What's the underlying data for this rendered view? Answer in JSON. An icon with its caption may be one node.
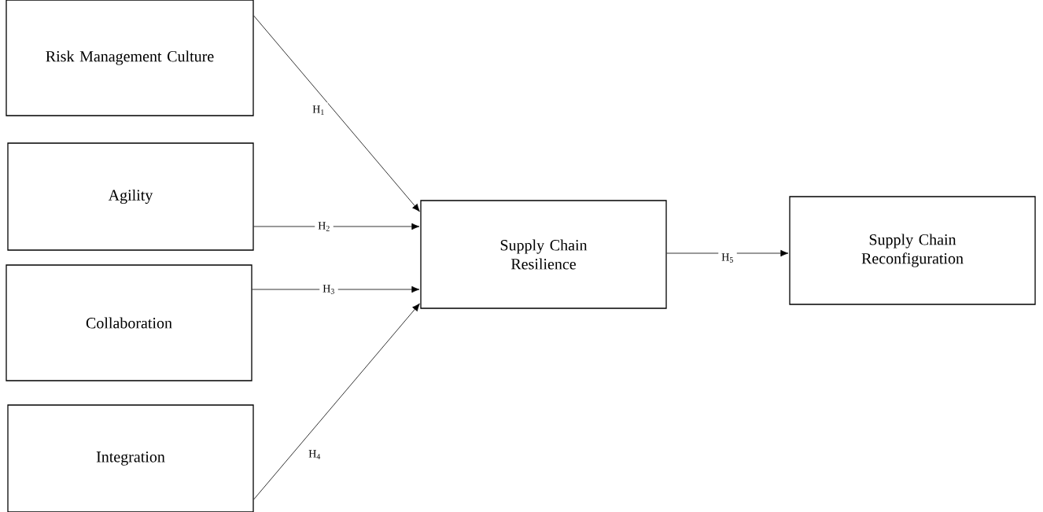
{
  "diagram": {
    "nodes": [
      {
        "text": [
          "Risk Management Culture"
        ]
      },
      {
        "text": [
          "Agility"
        ]
      },
      {
        "text": [
          "Collaboration"
        ]
      },
      {
        "text": [
          "Integration"
        ]
      },
      {
        "text": [
          "Supply Chain Resilience"
        ]
      },
      {
        "text": [
          "Supply Chain Reconfiguration"
        ]
      }
    ],
    "edges": [
      {
        "from": 0,
        "to": 4,
        "arrow": "to",
        "label": "H$_{1}$"
      },
      {
        "from": 1,
        "to": 4,
        "arrow": "to",
        "label": "H$_{2}$"
      },
      {
        "from": 2,
        "to": 4,
        "arrow": "to",
        "label": "H$_{3}$"
      },
      {
        "from": 3,
        "to": 4,
        "arrow": "to",
        "label": "H$_{4}$"
      },
      {
        "from": 4,
        "to": 5,
        "arrow": "to",
        "label": "H$_{5}$"
      }
    ]
  }
}
